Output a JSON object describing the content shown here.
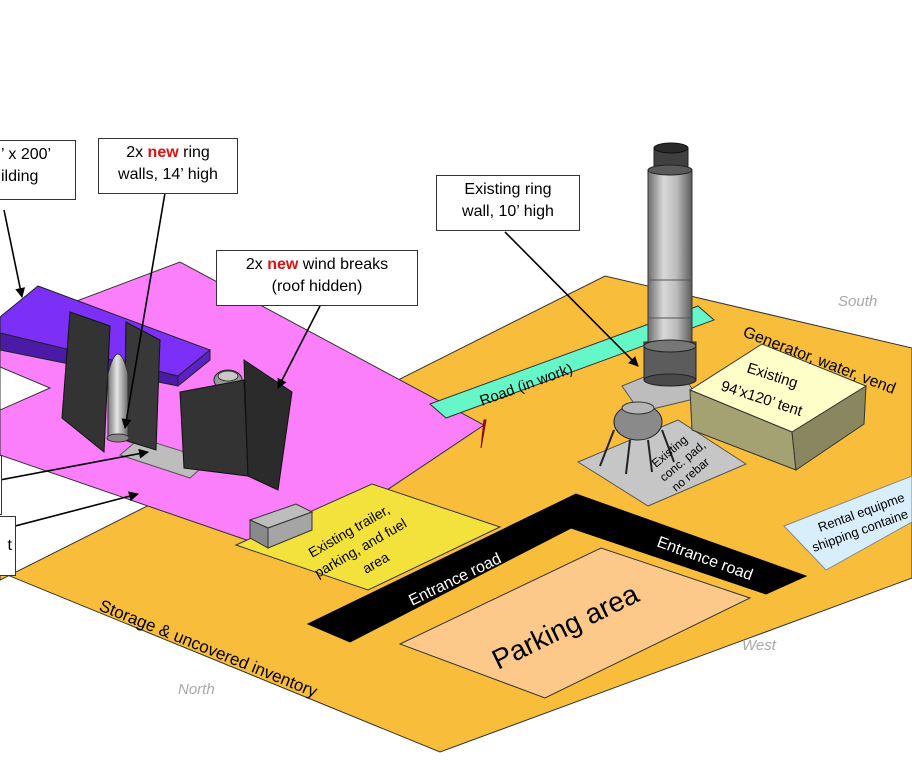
{
  "callouts": {
    "building": {
      "line1": "’ x 200’",
      "line2": "ilding"
    },
    "ring_walls": {
      "prefix": "2x ",
      "new": "new",
      "suffix": " ring",
      "line2": "walls, 14’ high"
    },
    "existing_ring": {
      "line1": "Existing ring",
      "line2": "wall, 10’ high"
    },
    "wind_breaks": {
      "prefix": "2x ",
      "new": "new",
      "suffix": " wind breaks",
      "line2": "(roof hidden)"
    },
    "left_partial": {
      "line1": "t"
    }
  },
  "labels": {
    "south": "South",
    "west": "West",
    "north": "North",
    "road_in_work": "Road (in work)",
    "generator": "Generator, water, vend",
    "tent_1": "Existing",
    "tent_2": "94’x120’ tent",
    "conc_1": "Existing",
    "conc_2": "conc. pad,",
    "conc_3": "no rebar",
    "rental_1": "Rental equipme",
    "rental_2": "shipping containe",
    "trailer_1": "Existing trailer,",
    "trailer_2": "parking, and fuel",
    "trailer_3": "area",
    "entrance_1": "Entrance road",
    "entrance_2": "Entrance road",
    "parking": "Parking area",
    "storage": "Storage & uncovered  inventory"
  },
  "colors": {
    "ground": "#f9bd3c",
    "pink_slab": "#fb7efb",
    "purple_building": "#7b2ff7",
    "road_in_work": "#66f7c9",
    "yellow_area": "#f4e23c",
    "parking_area": "#fcc98a",
    "entrance_road": "#000000",
    "tent": "#a4a173",
    "rental_box": "#d8eefa",
    "new_text": "#e01010"
  }
}
